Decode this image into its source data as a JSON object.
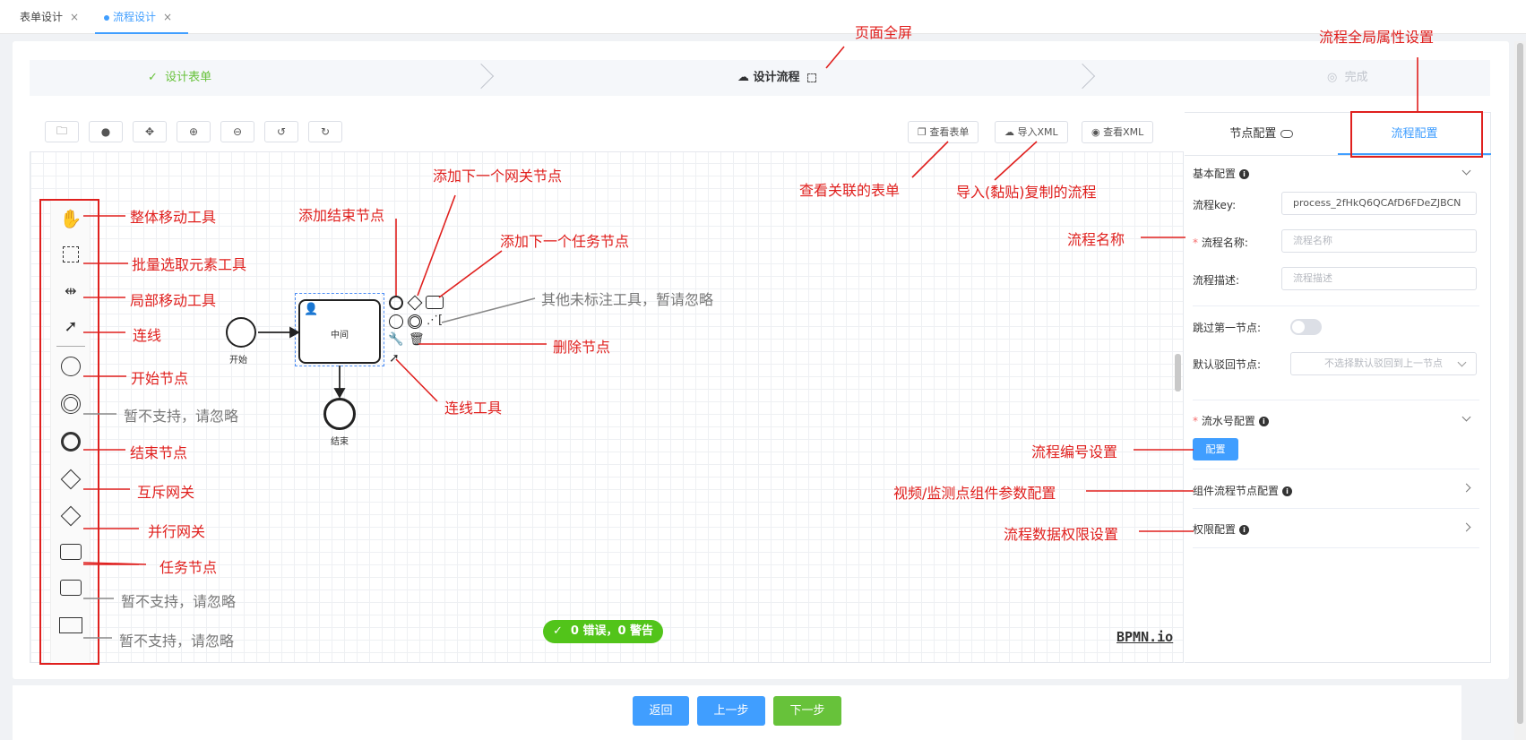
{
  "tabs": [
    {
      "label": "表单设计",
      "close": "×"
    },
    {
      "label": "流程设计",
      "close": "×"
    }
  ],
  "steps": [
    {
      "label": "设计表单",
      "state": "done"
    },
    {
      "label": "设计流程",
      "state": "active"
    },
    {
      "label": "完成",
      "state": "pending"
    }
  ],
  "toolbar": {
    "view_form": "查看表单",
    "import_xml": "导入XML",
    "view_xml": "查看XML"
  },
  "canvas": {
    "start_label": "开始",
    "task_label": "中间",
    "end_label": "结束",
    "status": "0 错误，0 警告",
    "watermark": "BPMN.io"
  },
  "annotations": {
    "fullscreen": "页面全屏",
    "global_props": "流程全局属性设置",
    "hand_tool": "整体移动工具",
    "lasso_tool": "批量选取元素工具",
    "space_tool": "局部移动工具",
    "connect": "连线",
    "start_node": "开始节点",
    "unsupported1": "暂不支持，请忽略",
    "end_node": "结束节点",
    "xor_gateway": "互斥网关",
    "parallel_gateway": "并行网关",
    "task_node": "任务节点",
    "unsupported2": "暂不支持，请忽略",
    "unsupported3": "暂不支持，请忽略",
    "add_end": "添加结束节点",
    "add_gateway": "添加下一个网关节点",
    "add_task": "添加下一个任务节点",
    "other_tools": "其他未标注工具，暂请忽略",
    "delete_node": "删除节点",
    "connect_tool": "连线工具",
    "view_linked_form": "查看关联的表单",
    "import_copy": "导入(黏贴)复制的流程",
    "process_name": "流程名称",
    "process_number": "流程编号设置",
    "video_config": "视频/监测点组件参数配置",
    "data_permission": "流程数据权限设置"
  },
  "panel": {
    "tab_node": "节点配置",
    "tab_process": "流程配置",
    "basic": "基本配置",
    "key_label": "流程key:",
    "key_value": "process_2fHkQ6QCAfD6FDeZJBCN",
    "name_label": "流程名称:",
    "name_placeholder": "流程名称",
    "desc_label": "流程描述:",
    "desc_placeholder": "流程描述",
    "skip_label": "跳过第一节点:",
    "reject_label": "默认驳回节点:",
    "reject_placeholder": "不选择默认驳回到上一节点",
    "serial_label": "流水号配置",
    "config_btn": "配置",
    "component_label": "组件流程节点配置",
    "permission_label": "权限配置"
  },
  "buttons": {
    "back": "返回",
    "prev": "上一步",
    "next": "下一步"
  },
  "colors": {
    "primary": "#409eff",
    "success": "#67c23a",
    "annotation": "#e0201e"
  }
}
